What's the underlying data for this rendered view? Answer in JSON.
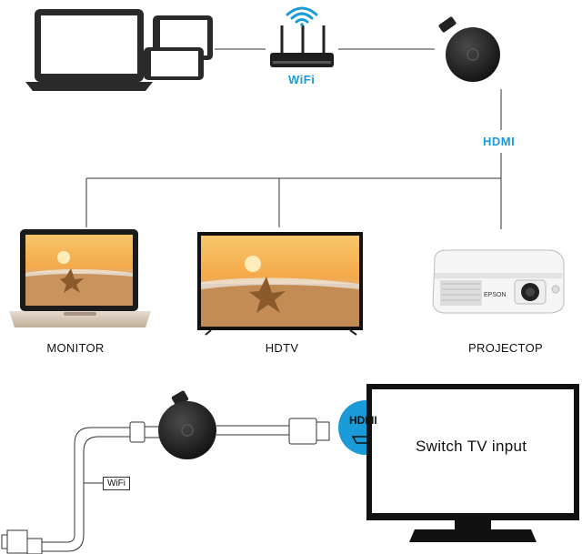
{
  "top": {
    "wifi_label": "WiFi",
    "hdmi_label": "HDMI"
  },
  "devices": [
    {
      "label": "MONITOR"
    },
    {
      "label": "HDTV"
    },
    {
      "label": "PROJECTOP"
    }
  ],
  "projector_brand": "EPSON",
  "bottom": {
    "screen_text": "Switch TV input",
    "hdmi_badge": "HDMI",
    "wifi_tag": "WiFi"
  },
  "colors": {
    "accent": "#1a9ad6",
    "line": "#333333",
    "device_dark": "#1e1e1e"
  }
}
